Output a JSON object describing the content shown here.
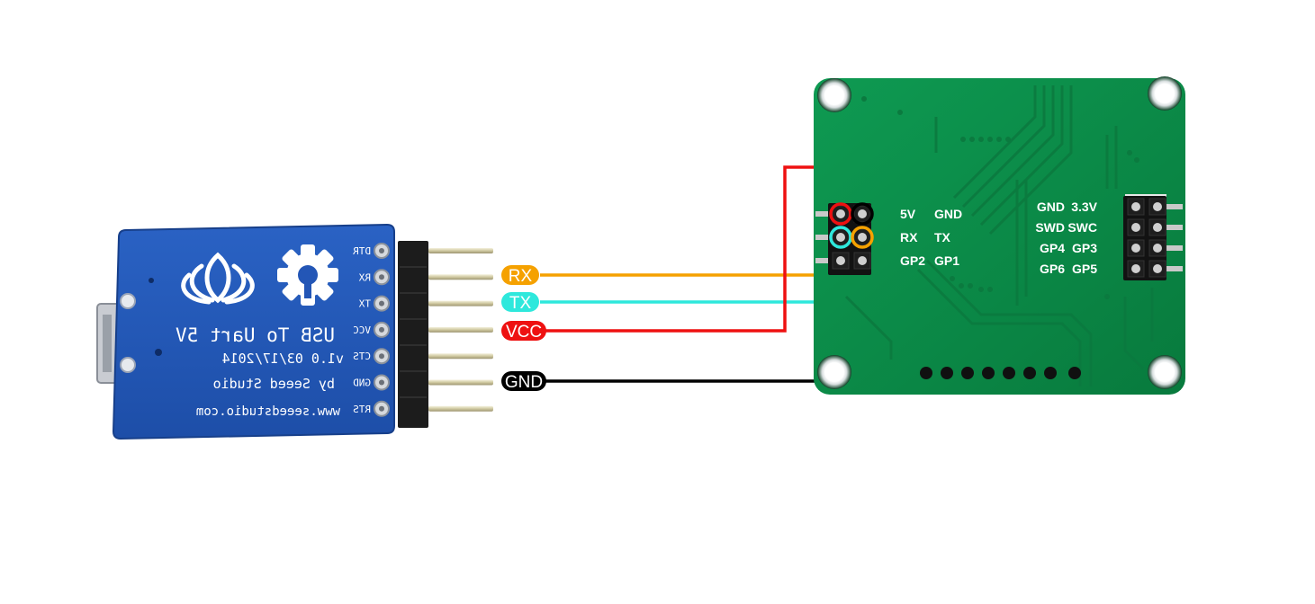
{
  "usb_module": {
    "title": "USB To Uart 5V",
    "version": "v1.0 03/17/2014",
    "maker": "by Seeed Studio",
    "url": "www.seeedstudio.com",
    "pins": [
      "DTR",
      "RX",
      "TX",
      "VCC",
      "CTS",
      "GND",
      "RTS"
    ]
  },
  "wires": [
    {
      "label": "RX",
      "color": "#f5a100"
    },
    {
      "label": "TX",
      "color": "#2ee8dc"
    },
    {
      "label": "VCC",
      "color": "#ee1111"
    },
    {
      "label": "GND",
      "color": "#000000"
    }
  ],
  "target_board": {
    "color": "#0a8f4a",
    "left_header": [
      [
        "5V",
        "GND"
      ],
      [
        "RX",
        "TX"
      ],
      [
        "GP2",
        "GP1"
      ]
    ],
    "right_header": [
      [
        "GND",
        "3.3V"
      ],
      [
        "SWD",
        "SWC"
      ],
      [
        "GP4",
        "GP3"
      ],
      [
        "GP6",
        "GP5"
      ]
    ]
  }
}
